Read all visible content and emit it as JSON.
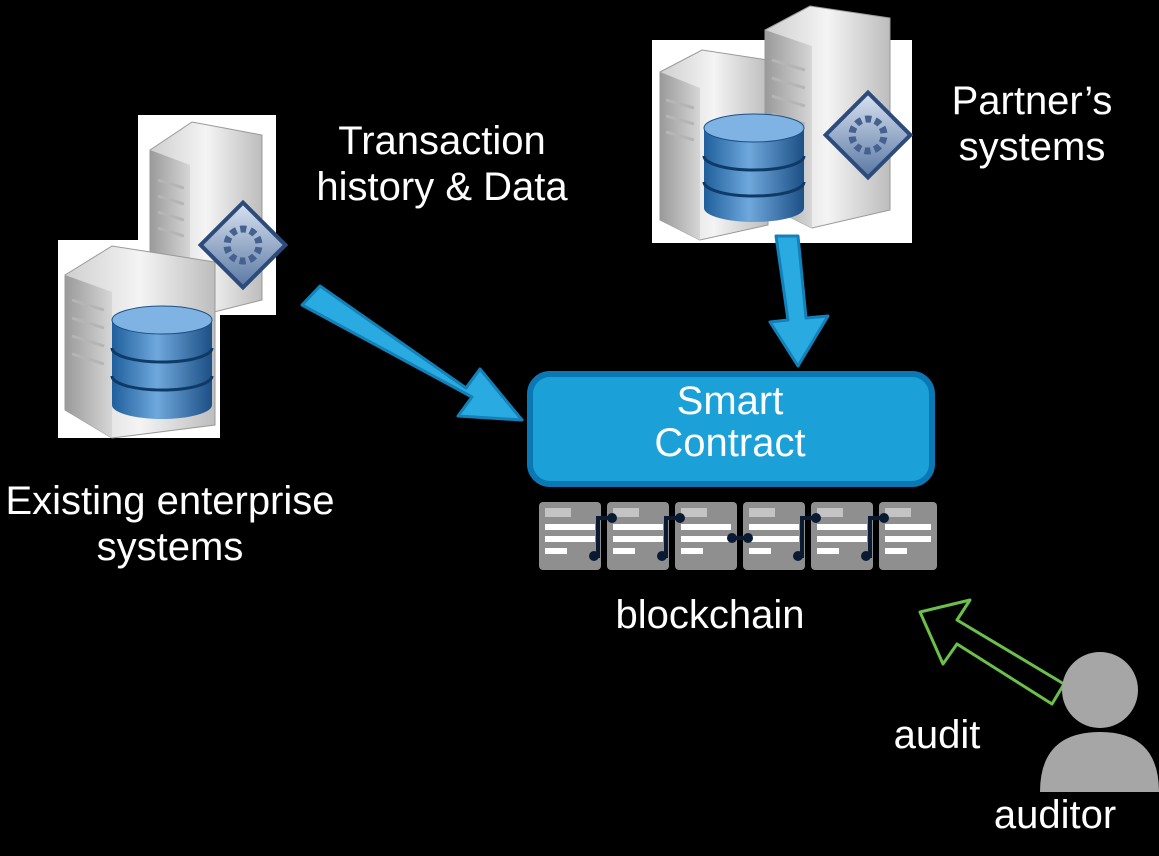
{
  "labels": {
    "transaction": "Transaction\nhistory & Data",
    "partner": "Partner’s\nsystems",
    "existing": "Existing enterprise\nsystems",
    "smart_contract": "Smart\nContract",
    "blockchain": "blockchain",
    "audit": "audit",
    "auditor": "auditor"
  },
  "colors": {
    "background": "#000000",
    "arrow_blue": "#29abe2",
    "contract_fill": "#1ba1d8",
    "contract_border": "#0a78b5",
    "audit_arrow": "#6cc04a",
    "block_gray": "#8f8f8f",
    "person_gray": "#a6a6a6"
  },
  "icons": {
    "server_left": "server-database-icon",
    "server_right": "server-database-icon",
    "blockchain": "blockchain-blocks-icon",
    "auditor": "person-icon"
  }
}
